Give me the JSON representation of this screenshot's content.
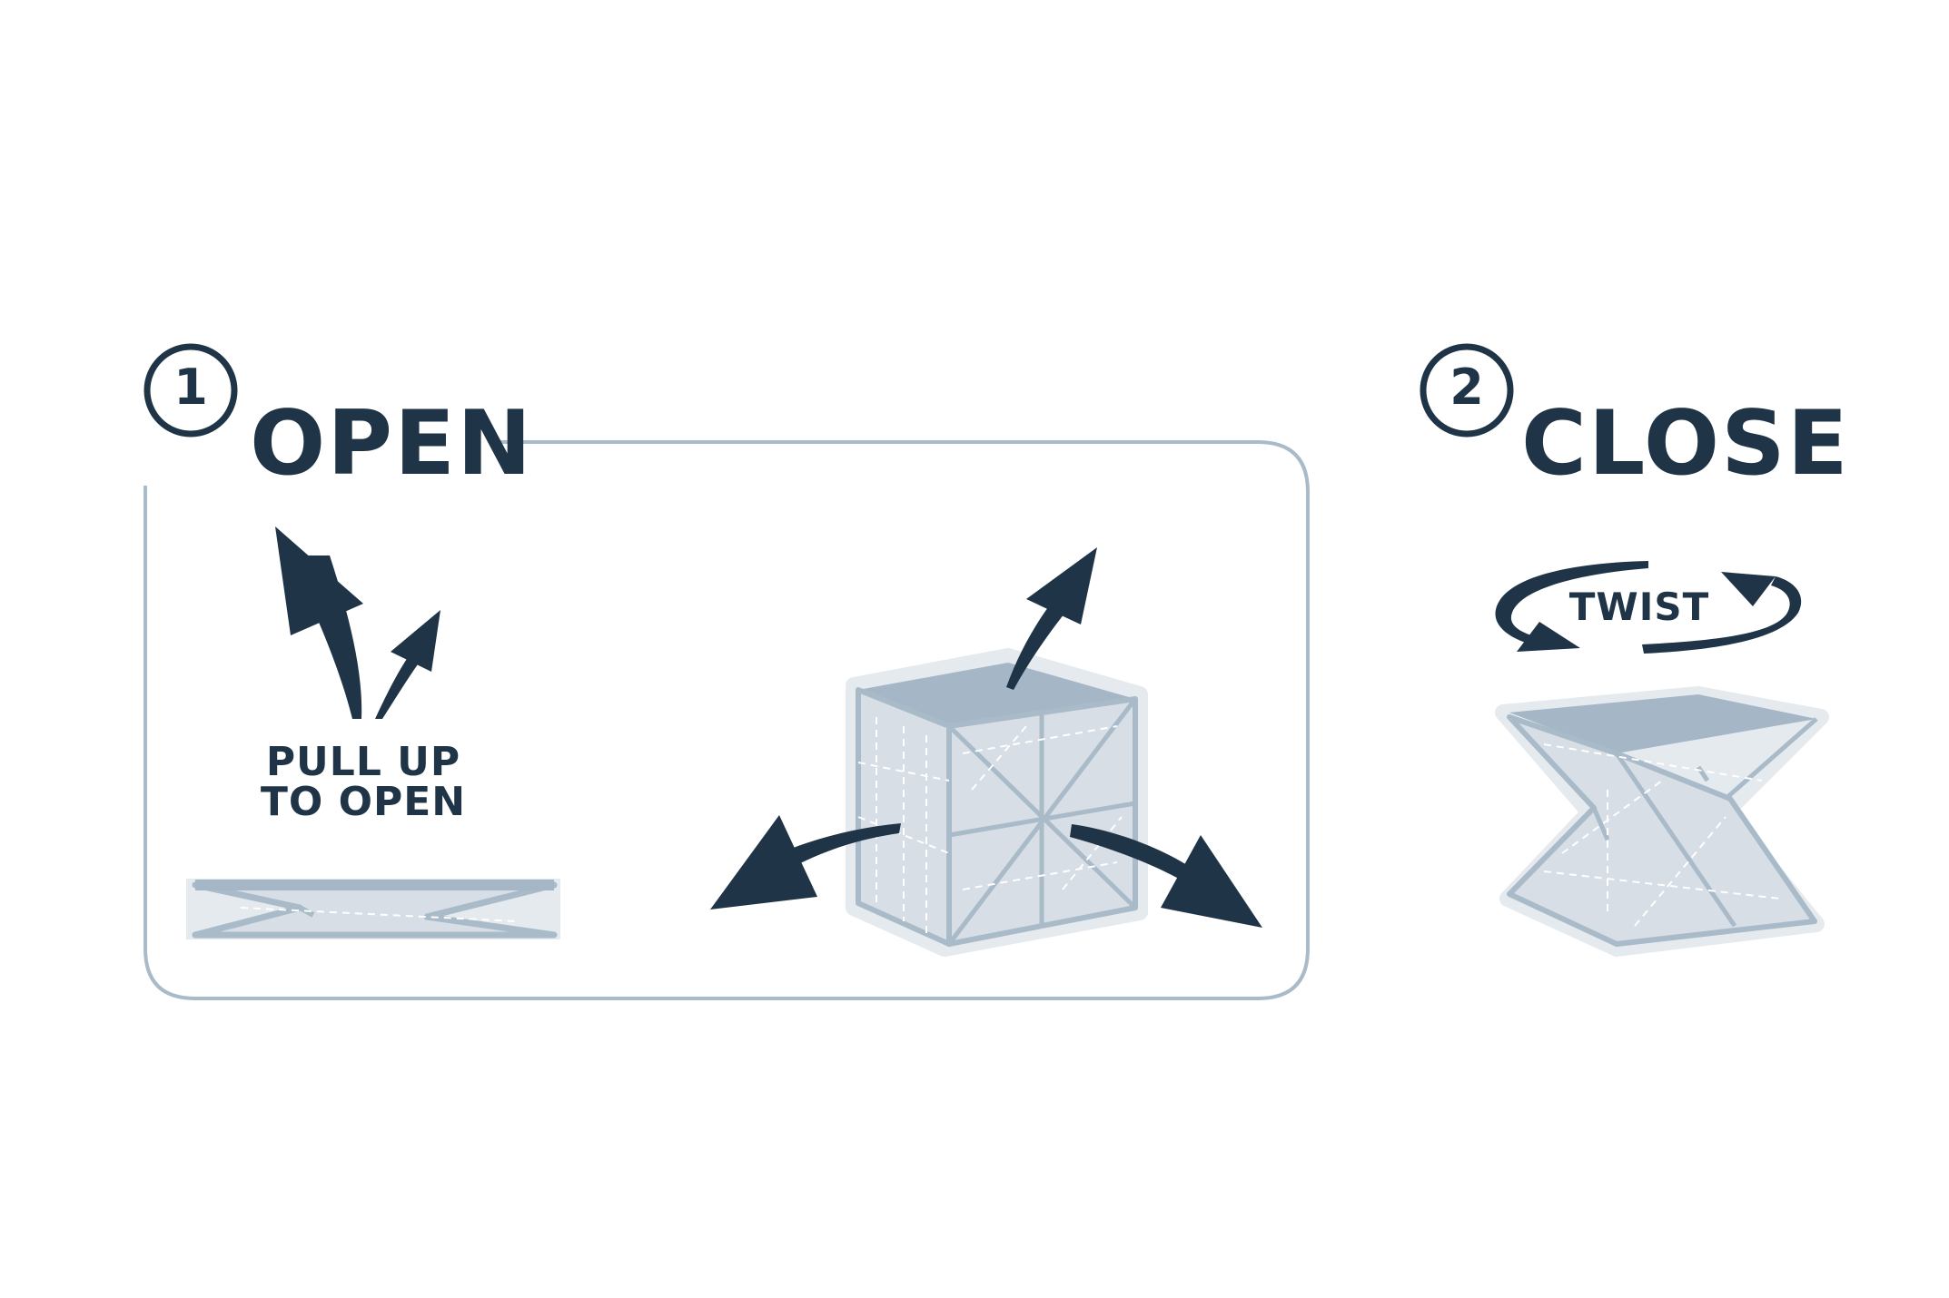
{
  "step1": {
    "number": "1",
    "title": "OPEN",
    "instruction_line1": "PULL UP",
    "instruction_line2": "TO OPEN"
  },
  "step2": {
    "number": "2",
    "title": "CLOSE",
    "twist_label": "TWIST"
  },
  "colors": {
    "dark": "#1f3447",
    "panel_fill": "#a5b6c6",
    "side_fill": "#d7dee5",
    "outline": "#a9bac8",
    "halo": "#e5eaef"
  },
  "icons": [
    "arrow-up-icon",
    "arrow-left-icon",
    "arrow-right-icon",
    "twist-arrow-icon"
  ]
}
